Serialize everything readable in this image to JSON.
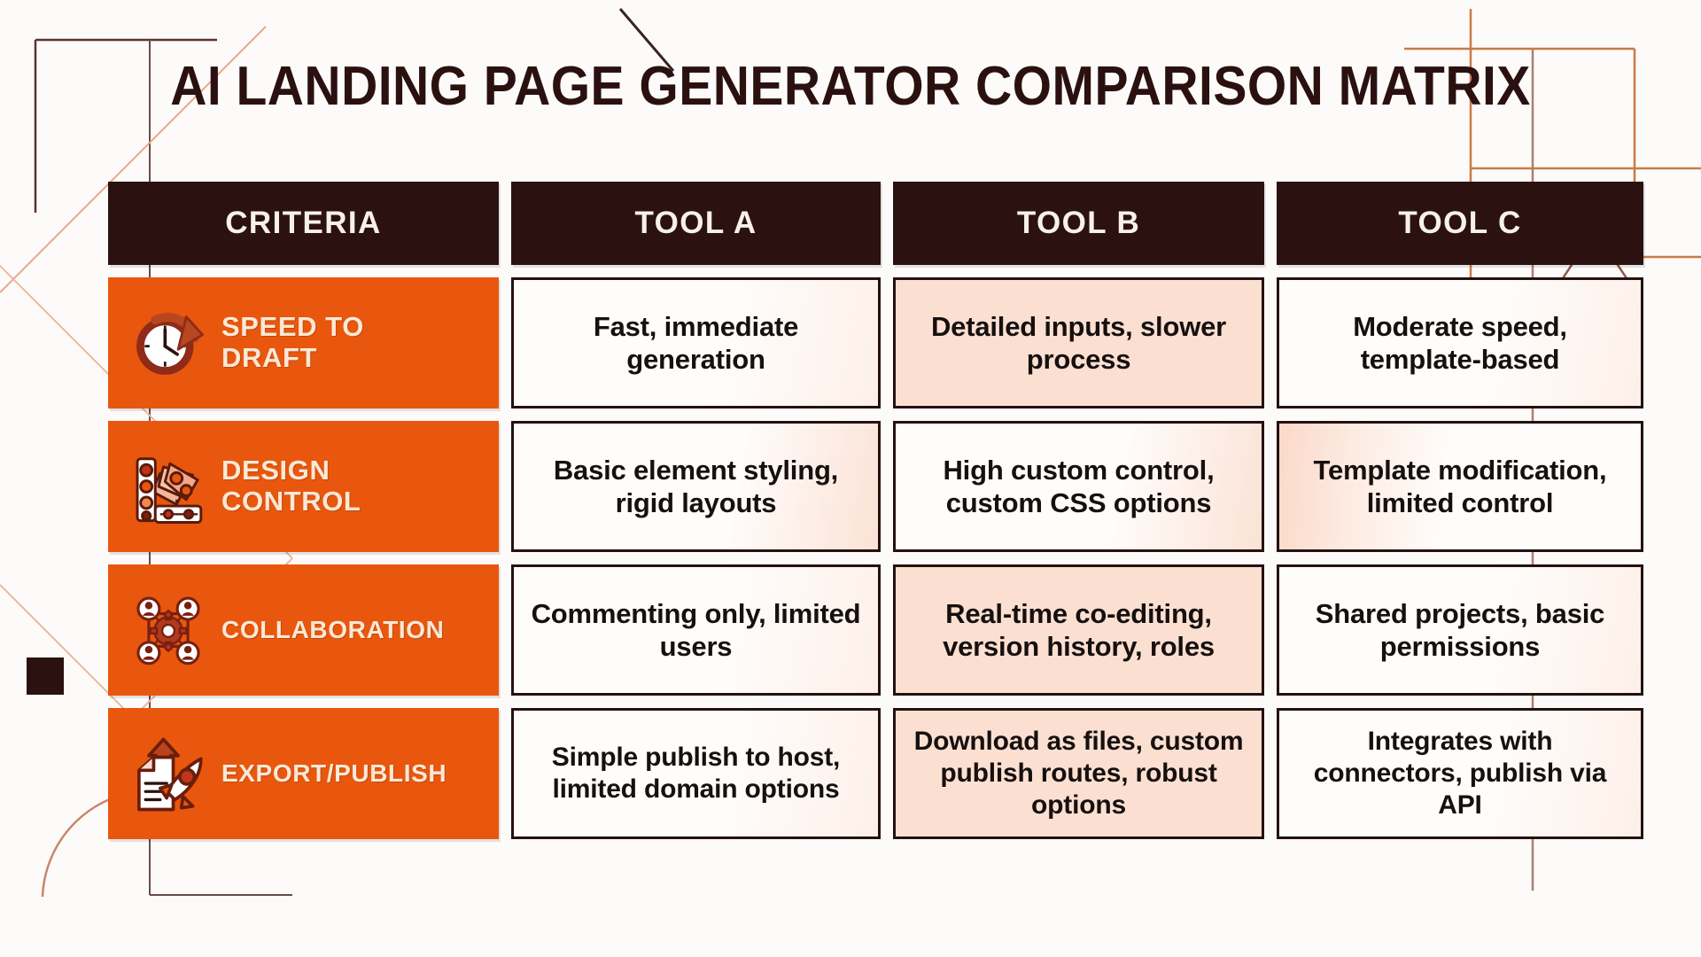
{
  "page": {
    "title": "AI LANDING PAGE GENERATOR COMPARISON MATRIX",
    "accent_orange": "#E8570D",
    "dark_maroon": "#2B1210",
    "cream_text": "#FBE8D6",
    "tint_peach": "#FBE0D2",
    "background": "#FDFBF9"
  },
  "matrix": {
    "headers": [
      {
        "label": "CRITERIA",
        "name": "criteria"
      },
      {
        "label": "TOOL A",
        "name": "tool-a"
      },
      {
        "label": "TOOL B",
        "name": "tool-b"
      },
      {
        "label": "TOOL C",
        "name": "tool-c"
      }
    ],
    "rows": [
      {
        "criterion": "SPEED TO DRAFT",
        "criterion_line1": "SPEED TO",
        "criterion_line2": "DRAFT",
        "icon": "clock-arrow-icon",
        "tool_a": "Fast, immediate generation",
        "tool_b": "Detailed inputs, slower process",
        "tool_c": "Moderate speed, template-based"
      },
      {
        "criterion": "DESIGN CONTROL",
        "criterion_line1": "DESIGN",
        "criterion_line2": "CONTROL",
        "icon": "color-swatch-fan-icon",
        "tool_a": "Basic element styling, rigid layouts",
        "tool_b": "High custom control, custom CSS options",
        "tool_c": "Template modification, limited control"
      },
      {
        "criterion": "COLLABORATION",
        "criterion_line1": "COLLABORATION",
        "criterion_line2": "",
        "icon": "people-gear-icon",
        "tool_a": "Commenting only, limited users",
        "tool_b": "Real-time co-editing, version history, roles",
        "tool_c": "Shared projects, basic permissions"
      },
      {
        "criterion": "EXPORT/PUBLISH",
        "criterion_line1": "EXPORT/PUBLISH",
        "criterion_line2": "",
        "icon": "document-rocket-icon",
        "tool_a": "Simple publish to host, limited domain options",
        "tool_b": "Download as files, custom publish routes, robust options",
        "tool_c": "Integrates with connectors, publish via API"
      }
    ]
  },
  "decorations": [
    {
      "name": "corner-bracket-top-left",
      "color": "#5a3330"
    },
    {
      "name": "diagonal-line-salmon",
      "color": "#e8a68c"
    },
    {
      "name": "diamond-outline-left",
      "color": "#e8b9a4"
    },
    {
      "name": "square-dot-left",
      "color": "#2b1210"
    },
    {
      "name": "quarter-circle-bottom-left",
      "color": "#c9866a"
    },
    {
      "name": "bracket-top-right",
      "color": "#c97b45"
    },
    {
      "name": "triangle-outline-right",
      "color": "#8a5c50"
    }
  ]
}
